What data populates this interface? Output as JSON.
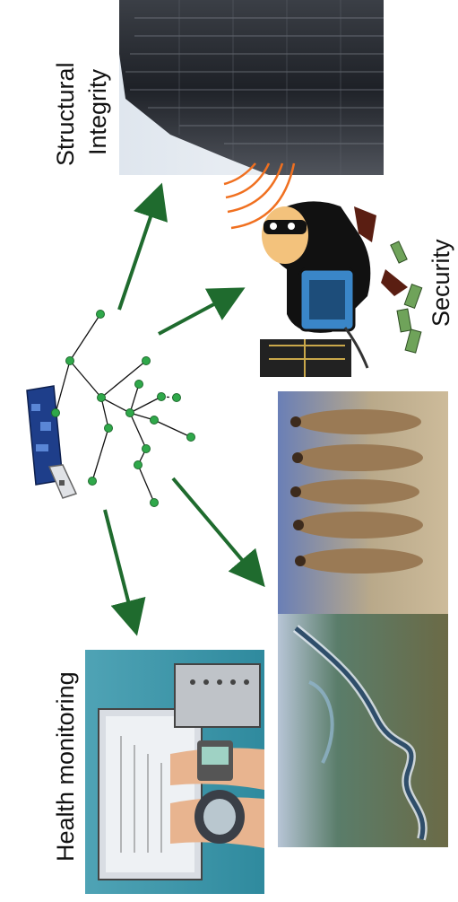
{
  "labels": {
    "structural_line1": "Structural",
    "structural_line2": "Integrity",
    "security": "Security",
    "health": "Health monitoring"
  },
  "colors": {
    "arrow": "#1f6b2e",
    "node": "#2fa84a",
    "edge": "#111111",
    "signal": "#f07020"
  },
  "icons": [
    "usb-sensor-mote-icon",
    "skyscraper-photo",
    "burglar-cartoon",
    "meerkats-photo",
    "river-aerial-photo",
    "health-monitor-photo"
  ]
}
